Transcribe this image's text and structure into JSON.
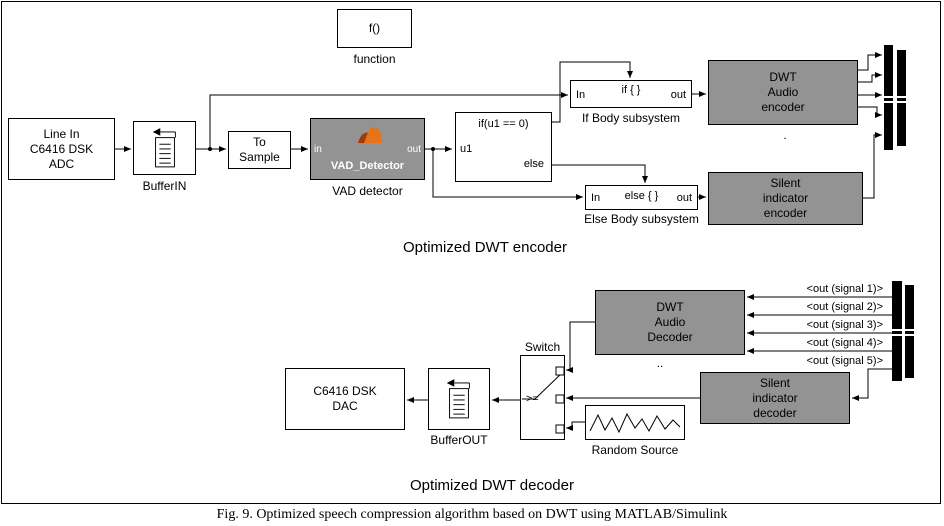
{
  "caption": "Fig. 9. Optimized speech compression algorithm based on DWT using MATLAB/Simulink",
  "colors": {
    "block_gray": "#939393",
    "matlab_orange": "#e8731a",
    "matlab_dark": "#9e3a0c"
  },
  "encoder": {
    "title": "Optimized DWT encoder",
    "function_block": "f()",
    "function_label": "function",
    "line_in": "Line In\nC6416 DSK\nADC",
    "buffer_in_label": "BufferIN",
    "to_sample": "To\nSample",
    "vad": {
      "in": "in",
      "out": "out",
      "name": "VAD_Detector",
      "label": "VAD detector"
    },
    "if_block": {
      "cond": "if(u1 == 0)",
      "input": "u1",
      "else_out": "else"
    },
    "if_body": {
      "in": "In",
      "tag": "if { }",
      "out": "out",
      "label": "If Body subsystem"
    },
    "else_body": {
      "in": "In",
      "tag": "else { }",
      "out": "out",
      "label": "Else Body subsystem"
    },
    "dwt_encoder": "DWT\nAudio\nencoder",
    "silent_encoder": "Silent\nindicator\nencoder",
    "stray_dot": "."
  },
  "decoder": {
    "title": "Optimized DWT decoder",
    "signals": [
      "<out (signal 1)>",
      "<out (signal 2)>",
      "<out (signal 3)>",
      "<out (signal 4)>",
      "<out (signal 5)>"
    ],
    "dwt_decoder": "DWT\nAudio\nDecoder",
    "silent_decoder": "Silent\nindicator\ndecoder",
    "switch": {
      "label": "Switch",
      "op": ">="
    },
    "random_source_label": "Random Source",
    "buffer_out_label": "BufferOUT",
    "dac": "C6416 DSK\nDAC",
    "stray_dots": ".."
  }
}
